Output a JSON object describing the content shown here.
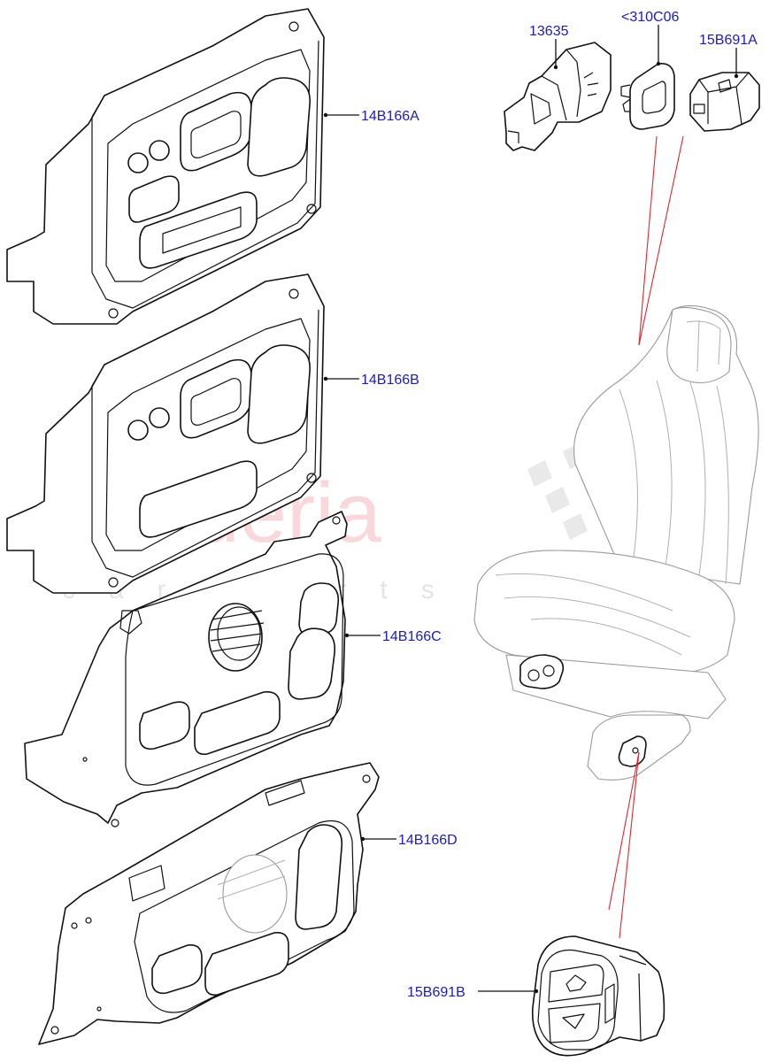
{
  "watermark": {
    "main": "scuderia",
    "sub": "car parts"
  },
  "callouts": [
    {
      "id": "14b166a",
      "text": "14B166A"
    },
    {
      "id": "14b166b",
      "text": "14B166B"
    },
    {
      "id": "14b166c",
      "text": "14B166C"
    },
    {
      "id": "14b166d",
      "text": "14B166D"
    },
    {
      "id": "13635",
      "text": "13635"
    },
    {
      "id": "310c06",
      "text": "<310C06"
    },
    {
      "id": "15b691a",
      "text": "15B691A"
    },
    {
      "id": "15b691b",
      "text": "15B691B"
    }
  ],
  "colors": {
    "label_text": "#1a1acc",
    "reference_lines": "#e0262b",
    "outline": "#111111",
    "watermark_main": "#f4b9c0",
    "watermark_sub": "#d9d9d9"
  }
}
